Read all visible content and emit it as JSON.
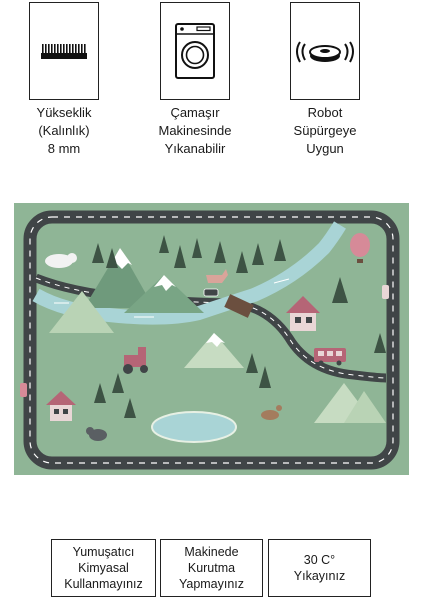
{
  "features": [
    {
      "label": "Yükseklik\n(Kalınlık)\n8 mm",
      "icon": "pile-height-icon"
    },
    {
      "label": "Çamaşır\nMakinesinde\nYıkanabilir",
      "icon": "washing-machine-icon"
    },
    {
      "label": "Robot\nSüpürgeye\nUygun",
      "icon": "robot-vacuum-icon"
    }
  ],
  "care": [
    {
      "label": "Yumuşatıcı\nKimyasal\nKullanmayınız"
    },
    {
      "label": "Makinede\nKurutma\nYapmayınız"
    },
    {
      "label": "30 C°\nYıkayınız"
    }
  ],
  "colors": {
    "rug_bg": "#8fb596",
    "road": "#404547",
    "river": "#a9d4d6",
    "mountain": "#6f9a7c",
    "tree": "#3d5344",
    "house_roof": "#b56576",
    "accent": "#d68a98"
  }
}
